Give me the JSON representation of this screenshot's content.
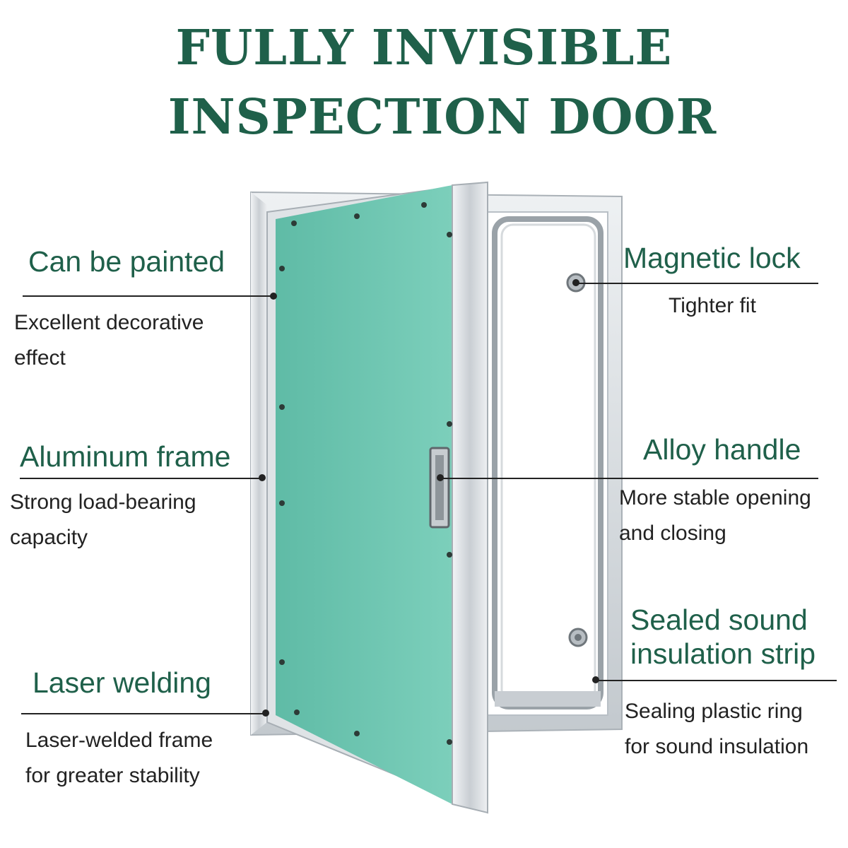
{
  "title": {
    "line1": "FULLY INVISIBLE",
    "line2": "INSPECTION DOOR"
  },
  "colors": {
    "heading": "#1f604a",
    "panel": "#6fc4b0",
    "frame": "#d8dcdf"
  },
  "features": {
    "painted": {
      "title": "Can be painted",
      "desc": "Excellent decorative effect"
    },
    "aluminum": {
      "title": "Aluminum frame",
      "desc": "Strong load-bearing capacity"
    },
    "laser": {
      "title": "Laser welding",
      "desc1": "Laser-welded frame",
      "desc2": "for greater stability"
    },
    "magnetic": {
      "title": "Magnetic lock",
      "desc": "Tighter fit"
    },
    "handle": {
      "title": "Alloy handle",
      "desc": "More stable opening and closing"
    },
    "sealed": {
      "title": "Sealed sound insulation strip",
      "desc1": "Sealing plastic ring",
      "desc2": "for sound insulation"
    }
  }
}
